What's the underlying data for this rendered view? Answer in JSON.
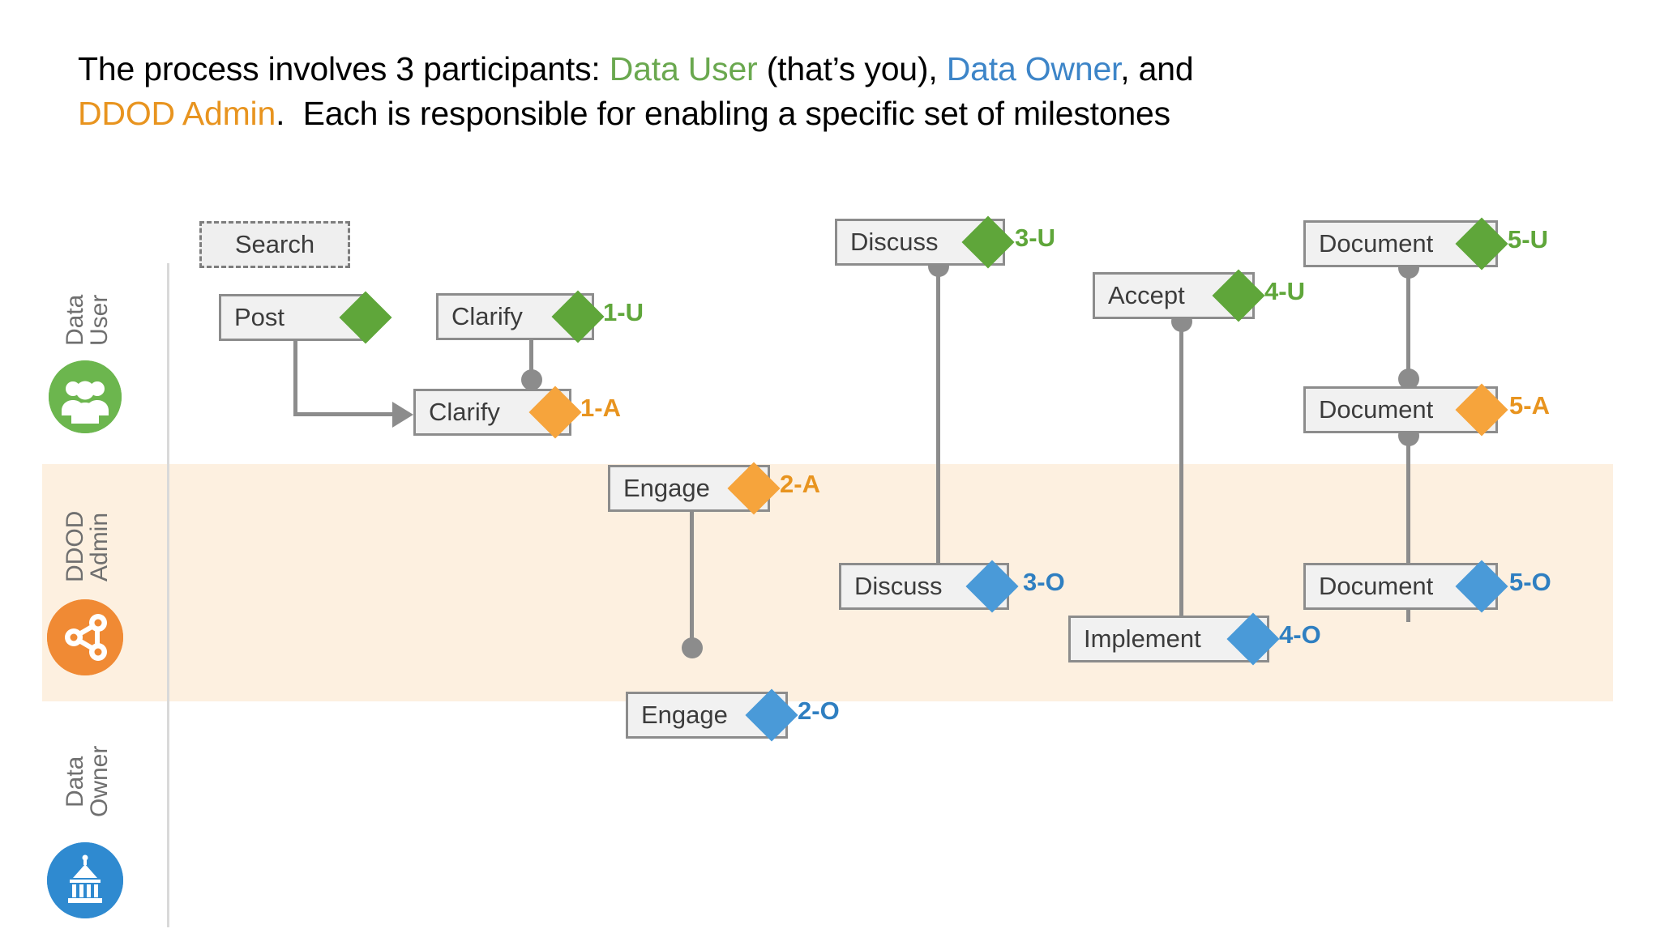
{
  "heading": {
    "line1_part1": "The process involves 3 participants: ",
    "line1_role1": "Data User",
    "line1_part2": " (that’s you), ",
    "line1_role2": "Data Owner",
    "line1_part3": ", and",
    "line2_role3": "DDOD Admin",
    "line2_part1": ".  Each is responsible for enabling a specific set of milestones"
  },
  "colors": {
    "user_green": "#5fa63a",
    "owner_blue": "#2f7fc1",
    "admin_orange": "#e8941f",
    "admin_band": "#fdf0e0",
    "box_fill": "#f1f1f1",
    "box_border": "#8c8c8c",
    "connector": "#8c8c8c"
  },
  "lanes": [
    {
      "id": "data-user",
      "label": "Data\nUser",
      "avatar_icon": "people-group-icon",
      "avatar_color": "#6cb64e"
    },
    {
      "id": "ddod-admin",
      "label": "DDOD\nAdmin",
      "avatar_icon": "network-nodes-icon",
      "avatar_color": "#f08a34"
    },
    {
      "id": "data-owner",
      "label": "Data\nOwner",
      "avatar_icon": "institution-icon",
      "avatar_color": "#2f8ad0"
    }
  ],
  "nodes": [
    {
      "id": "search",
      "label": "Search",
      "lane": "data-user",
      "marker": null,
      "code": null,
      "dashed": true
    },
    {
      "id": "post",
      "label": "Post",
      "lane": "data-user",
      "marker": "green",
      "code": null,
      "dashed": false
    },
    {
      "id": "clarify-1u",
      "label": "Clarify",
      "lane": "data-user",
      "marker": "green",
      "code": "1-U",
      "dashed": false
    },
    {
      "id": "clarify-1a",
      "label": "Clarify",
      "lane": "ddod-admin",
      "marker": "orange",
      "code": "1-A",
      "dashed": false
    },
    {
      "id": "engage-2a",
      "label": "Engage",
      "lane": "ddod-admin",
      "marker": "orange",
      "code": "2-A",
      "dashed": false
    },
    {
      "id": "engage-2o",
      "label": "Engage",
      "lane": "data-owner",
      "marker": "blue",
      "code": "2-O",
      "dashed": false
    },
    {
      "id": "discuss-3u",
      "label": "Discuss",
      "lane": "data-user",
      "marker": "green",
      "code": "3-U",
      "dashed": false
    },
    {
      "id": "discuss-3o",
      "label": "Discuss",
      "lane": "data-owner",
      "marker": "blue",
      "code": "3-O",
      "dashed": false
    },
    {
      "id": "accept-4u",
      "label": "Accept",
      "lane": "data-user",
      "marker": "green",
      "code": "4-U",
      "dashed": false
    },
    {
      "id": "implement-4o",
      "label": "Implement",
      "lane": "data-owner",
      "marker": "blue",
      "code": "4-O",
      "dashed": false
    },
    {
      "id": "document-5u",
      "label": "Document",
      "lane": "data-user",
      "marker": "green",
      "code": "5-U",
      "dashed": false
    },
    {
      "id": "document-5a",
      "label": "Document",
      "lane": "ddod-admin",
      "marker": "orange",
      "code": "5-A",
      "dashed": false
    },
    {
      "id": "document-5o",
      "label": "Document",
      "lane": "data-owner",
      "marker": "blue",
      "code": "5-O",
      "dashed": false
    }
  ]
}
